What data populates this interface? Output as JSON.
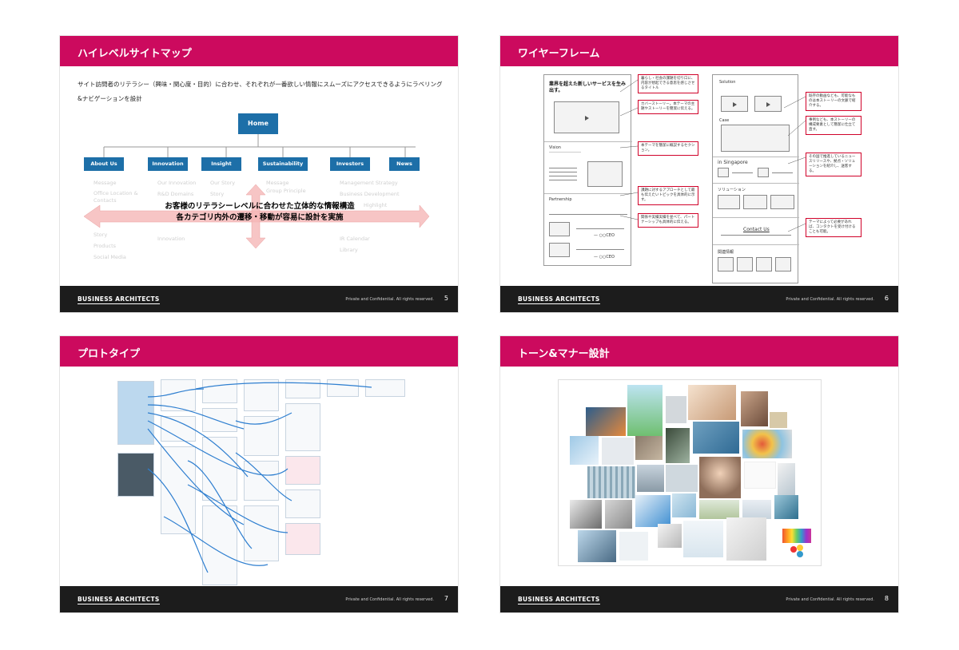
{
  "slides": [
    {
      "title": "ハイレベルサイトマップ",
      "description": "サイト訪問者のリテラシー（興味・関心度・目的）に合わせ、それぞれが一番欲しい情報にスムーズにアクセスできるようにラベリング&ナビゲーションを設計",
      "home_label": "Home",
      "categories": [
        {
          "label": "About Us",
          "items": [
            "Message",
            "Office Location & Contacts",
            "",
            "",
            "Story",
            "Products",
            "Social Media"
          ]
        },
        {
          "label": "Innovation",
          "items": [
            "Our Innovation",
            "R&D Domains",
            "",
            "",
            "",
            "",
            "Innovation"
          ]
        },
        {
          "label": "Insight",
          "items": [
            "Our Story",
            "Story"
          ]
        },
        {
          "label": "Sustainability",
          "items": [
            "Message",
            "Group Principle"
          ]
        },
        {
          "label": "Investors",
          "items": [
            "Management Strategy",
            "Business Development",
            "Highlight",
            "",
            "",
            "IR Calendar",
            "Library"
          ]
        },
        {
          "label": "News",
          "items": []
        }
      ],
      "overlay_line1": "お客様のリテラシーレベルに合わせた立体的な情報構造",
      "overlay_line2": "各カテゴリ内外の遷移・移動が容易に設計を実施",
      "page_number": "5"
    },
    {
      "title": "ワイヤーフレーム",
      "wf_heading": "業界を超えた新しいサービスを生み出す。",
      "labels": {
        "vision": "Vision",
        "partnership": "Partnership",
        "solution": "Solution",
        "case": "Case",
        "singapore": "in Singapore",
        "solution_jp": "ソリューション",
        "contact": "Contact Us",
        "related": "関連情報",
        "ceo1": "— ○○CEO",
        "ceo2": "— ○○CEO"
      },
      "notes": [
        "暮らし・社会の課題を切り口に、内容が想起できる意思を感じさせるタイトル",
        "カバーストーリー。本テーマの主題やストーリーを簡潔に伝える。",
        "本テーマを簡潔に概説するセクション。",
        "課題に対するアプローチとして最も伝えたいトピックを具体的に示す。",
        "関係や実績実績を並べて、パートナーシップも具体的に伝える。",
        "既存の動画なども、可能なものは本ストーリーの文脈で紹介する。",
        "事例なども、本ストーリーの構成要素として簡潔に仕立て直す。",
        "その国で推進しているニュースリリースや、拠点・ソリューションを紹介し、送客する。",
        "テーマによって必要があれば、コンタクトを受け付けることも可能。"
      ],
      "page_number": "6"
    },
    {
      "title": "プロトタイプ",
      "page_number": "7"
    },
    {
      "title": "トーン&マナー設計",
      "page_number": "8"
    }
  ],
  "footer": {
    "logo": "BUSINESS ARCHITECTS",
    "copyright": "Private and Confidential. All rights reserved."
  },
  "colors": {
    "header": "#cc0a5e",
    "footer": "#1c1c1c",
    "node": "#1d6fa8"
  }
}
